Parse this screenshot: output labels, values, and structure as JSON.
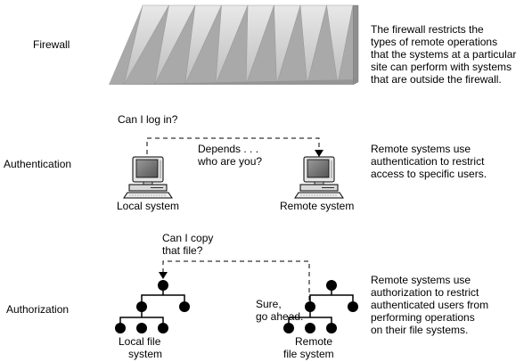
{
  "rows": [
    {
      "label": "Firewall",
      "description": [
        "The firewall restricts the",
        "types of remote operations",
        "that the systems at a particular",
        "site can perform with systems",
        "that are outside the firewall."
      ]
    },
    {
      "label": "Authentication",
      "description": [
        "Remote systems use",
        "authentication to restrict",
        "access to specific users."
      ],
      "question": "Can I log in?",
      "answer": [
        "Depends . . .",
        "who are you?"
      ],
      "left_caption": "Local system",
      "right_caption": "Remote system"
    },
    {
      "label": "Authorization",
      "description": [
        "Remote systems use",
        "authorization to restrict",
        "authenticated users from",
        "performing operations",
        "on their file systems."
      ],
      "question": [
        "Can I copy",
        "that file?"
      ],
      "answer": [
        "Sure,",
        "go ahead."
      ],
      "left_caption": [
        "Local file",
        "system"
      ],
      "right_caption": [
        "Remote",
        "file system"
      ]
    }
  ],
  "icons": {
    "firewall": "firewall-wall-icon",
    "computer": "computer-icon",
    "tree": "file-tree-icon"
  },
  "colors": {
    "wall_light": "#d4d4d4",
    "wall_dark": "#a8a8a8",
    "node": "#000000"
  }
}
